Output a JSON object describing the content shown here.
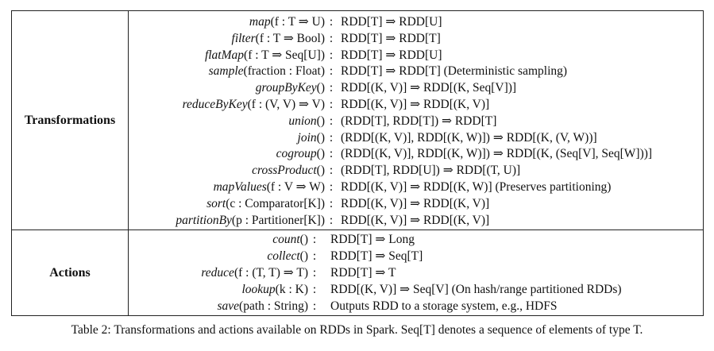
{
  "sections": [
    {
      "label": "Transformations",
      "rows": [
        {
          "fn": "map",
          "args": "(f : T ⇒ U)",
          "type": "RDD[T] ⇒ RDD[U]"
        },
        {
          "fn": "filter",
          "args": "(f : T ⇒ Bool)",
          "type": "RDD[T] ⇒ RDD[T]"
        },
        {
          "fn": "flatMap",
          "args": "(f : T ⇒ Seq[U])",
          "type": "RDD[T] ⇒ RDD[U]"
        },
        {
          "fn": "sample",
          "args": "(fraction : Float)",
          "type": "RDD[T] ⇒ RDD[T]  (Deterministic sampling)"
        },
        {
          "fn": "groupByKey",
          "args": "()",
          "type": "RDD[(K, V)] ⇒ RDD[(K, Seq[V])]"
        },
        {
          "fn": "reduceByKey",
          "args": "(f : (V, V) ⇒ V)",
          "type": "RDD[(K, V)] ⇒ RDD[(K, V)]"
        },
        {
          "fn": "union",
          "args": "()",
          "type": "(RDD[T], RDD[T]) ⇒ RDD[T]"
        },
        {
          "fn": "join",
          "args": "()",
          "type": "(RDD[(K, V)], RDD[(K, W)]) ⇒ RDD[(K, (V, W))]"
        },
        {
          "fn": "cogroup",
          "args": "()",
          "type": "(RDD[(K, V)], RDD[(K, W)]) ⇒ RDD[(K, (Seq[V], Seq[W]))]"
        },
        {
          "fn": "crossProduct",
          "args": "()",
          "type": "(RDD[T], RDD[U]) ⇒ RDD[(T, U)]"
        },
        {
          "fn": "mapValues",
          "args": "(f : V ⇒ W)",
          "type": "RDD[(K, V)] ⇒ RDD[(K, W)]  (Preserves partitioning)"
        },
        {
          "fn": "sort",
          "args": "(c : Comparator[K])",
          "type": "RDD[(K, V)] ⇒ RDD[(K, V)]"
        },
        {
          "fn": "partitionBy",
          "args": "(p : Partitioner[K])",
          "type": "RDD[(K, V)] ⇒ RDD[(K, V)]"
        }
      ]
    },
    {
      "label": "Actions",
      "rows": [
        {
          "fn": "count",
          "args": "()",
          "type": "RDD[T] ⇒ Long"
        },
        {
          "fn": "collect",
          "args": "()",
          "type": "RDD[T] ⇒ Seq[T]"
        },
        {
          "fn": "reduce",
          "args": "(f : (T, T) ⇒ T)",
          "type": "RDD[T] ⇒ T"
        },
        {
          "fn": "lookup",
          "args": "(k : K)",
          "type": "RDD[(K, V)] ⇒ Seq[V]  (On hash/range partitioned RDDs)"
        },
        {
          "fn": "save",
          "args": "(path : String)",
          "type": "Outputs RDD to a storage system, e.g., HDFS"
        }
      ]
    }
  ],
  "colon": ":",
  "caption": "Table 2: Transformations and actions available on RDDs in Spark. Seq[T] denotes a sequence of elements of type T."
}
